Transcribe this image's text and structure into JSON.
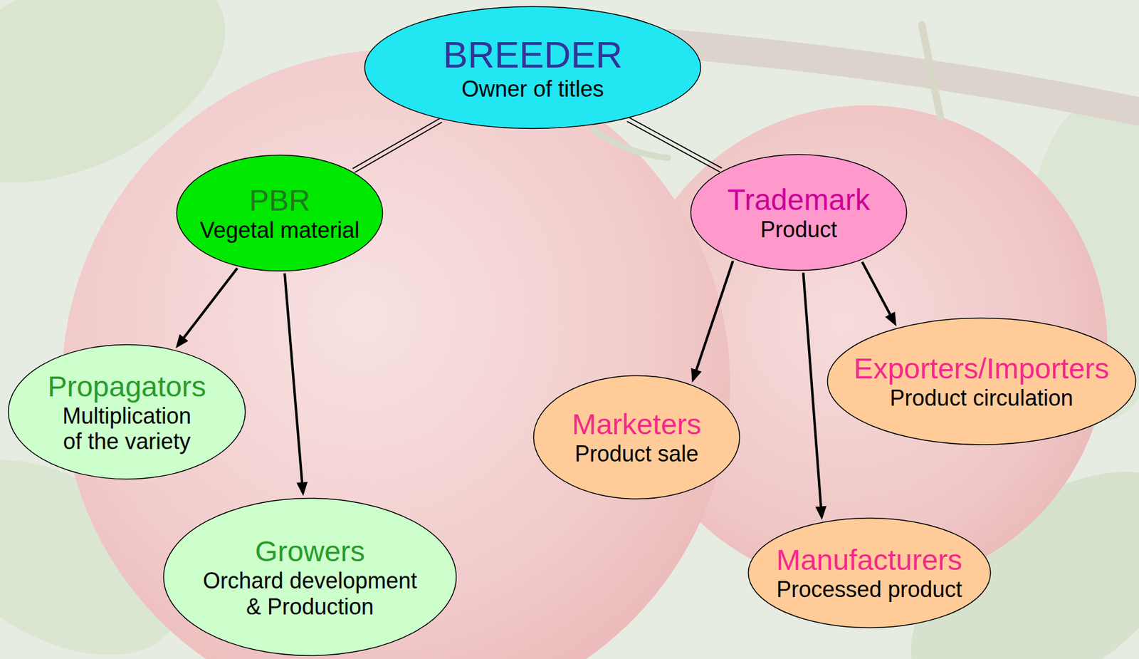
{
  "diagram": {
    "nodes": [
      {
        "text": [
          "BREEDER",
          "Owner of titles"
        ]
      },
      {
        "text": [
          "PBR",
          "Vegetal material"
        ]
      },
      {
        "text": [
          "Trademark",
          "Product"
        ]
      },
      {
        "text": [
          "Propagators",
          "Multiplication of the variety"
        ]
      },
      {
        "text": [
          "Growers",
          "Orchard development & Production"
        ]
      },
      {
        "text": [
          "Marketers",
          "Product sale"
        ]
      },
      {
        "text": [
          "Manufacturers",
          "Processed product"
        ]
      },
      {
        "text": [
          "Exporters/Importers",
          "Product circulation"
        ]
      }
    ],
    "edges": [
      {
        "from": 0,
        "to": 1,
        "arrow": "none"
      },
      {
        "from": 0,
        "to": 2,
        "arrow": "none"
      },
      {
        "from": 1,
        "to": 3,
        "arrow": "to"
      },
      {
        "from": 1,
        "to": 4,
        "arrow": "to"
      },
      {
        "from": 2,
        "to": 5,
        "arrow": "to"
      },
      {
        "from": 2,
        "to": 6,
        "arrow": "to"
      },
      {
        "from": 2,
        "to": 7,
        "arrow": "to"
      }
    ]
  }
}
